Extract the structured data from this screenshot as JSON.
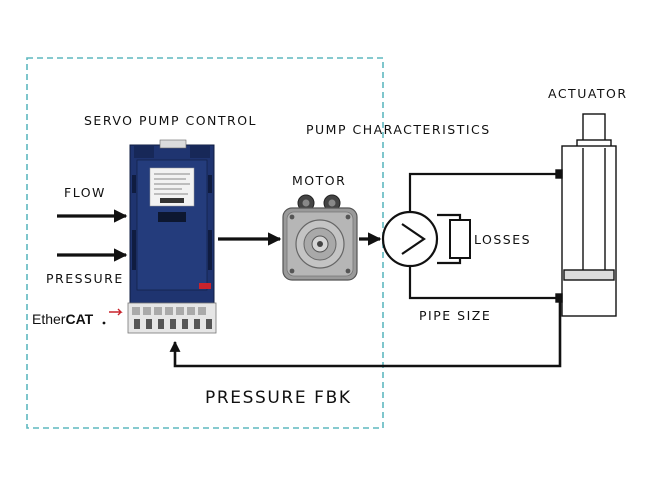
{
  "labels": {
    "servo_pump_control": "SERVO PUMP CONTROL",
    "flow": "FLOW",
    "pressure": "PRESSURE",
    "motor": "MOTOR",
    "pump_characteristics": "PUMP CHARACTERISTICS",
    "losses": "LOSSES",
    "pipe_size": "PIPE SIZE",
    "actuator": "ACTUATOR",
    "pressure_fbk": "PRESSURE FBK"
  },
  "ethercat": {
    "prefix": "Ether",
    "suffix": "CAT"
  },
  "colors": {
    "dashed_border": "#5fb8bf",
    "drive_body": "#1f3470",
    "drive_dark": "#172858",
    "drive_red_badge": "#c8232c",
    "line": "#111111",
    "motor_gray": "#9a9a9a"
  },
  "icons": {
    "drive": "servo-drive-icon",
    "motor": "servo-motor-icon",
    "pump": "pump-symbol-icon",
    "actuator": "hydraulic-cylinder-icon"
  }
}
